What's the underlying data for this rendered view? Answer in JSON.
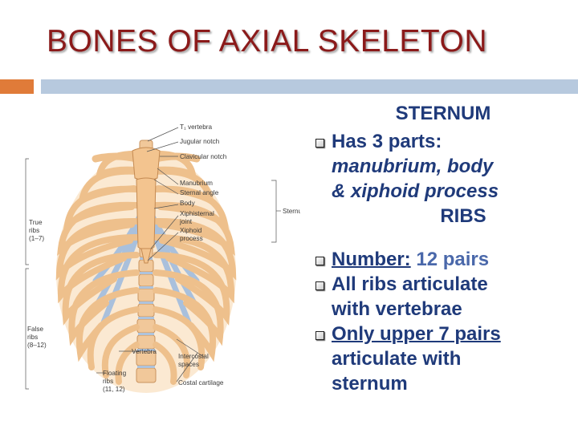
{
  "slide": {
    "title": "BONES OF AXIAL SKELETON"
  },
  "figure": {
    "labels": {
      "t1": "T₁ vertebra",
      "jugular": "Jugular notch",
      "clavicular": "Clavicular notch",
      "manubrium": "Manubrium",
      "sternal_angle": "Sternal angle",
      "body": "Body",
      "xiphisternal_1": "Xiphisternal",
      "xiphisternal_2": "joint",
      "xiphoid_1": "Xiphoid",
      "xiphoid_2": "process",
      "sternum": "Sternum",
      "true_ribs_1": "True",
      "true_ribs_2": "ribs",
      "true_ribs_3": "(1–7)",
      "false_ribs_1": "False",
      "false_ribs_2": "ribs",
      "false_ribs_3": "(8–12)",
      "vertebra": "Vertebra",
      "intercostal_1": "Intercostal",
      "intercostal_2": "spaces",
      "floating_1": "Floating",
      "floating_2": "ribs",
      "floating_3": "(11, 12)",
      "costal": "Costal cartilage"
    }
  },
  "content": {
    "sternum_heading": "STERNUM",
    "sternum_bullet": "Has 3 parts:",
    "sternum_line2": "manubrium, body",
    "sternum_line3": "& xiphoid process",
    "ribs_heading": "RIBS",
    "number_label": "Number:",
    "number_value": " 12 pairs",
    "articulate_1": "All ribs articulate",
    "articulate_2": "with vertebrae",
    "upper_1": "Only upper 7 pairs",
    "upper_2": "articulate with",
    "upper_3": "sternum"
  }
}
